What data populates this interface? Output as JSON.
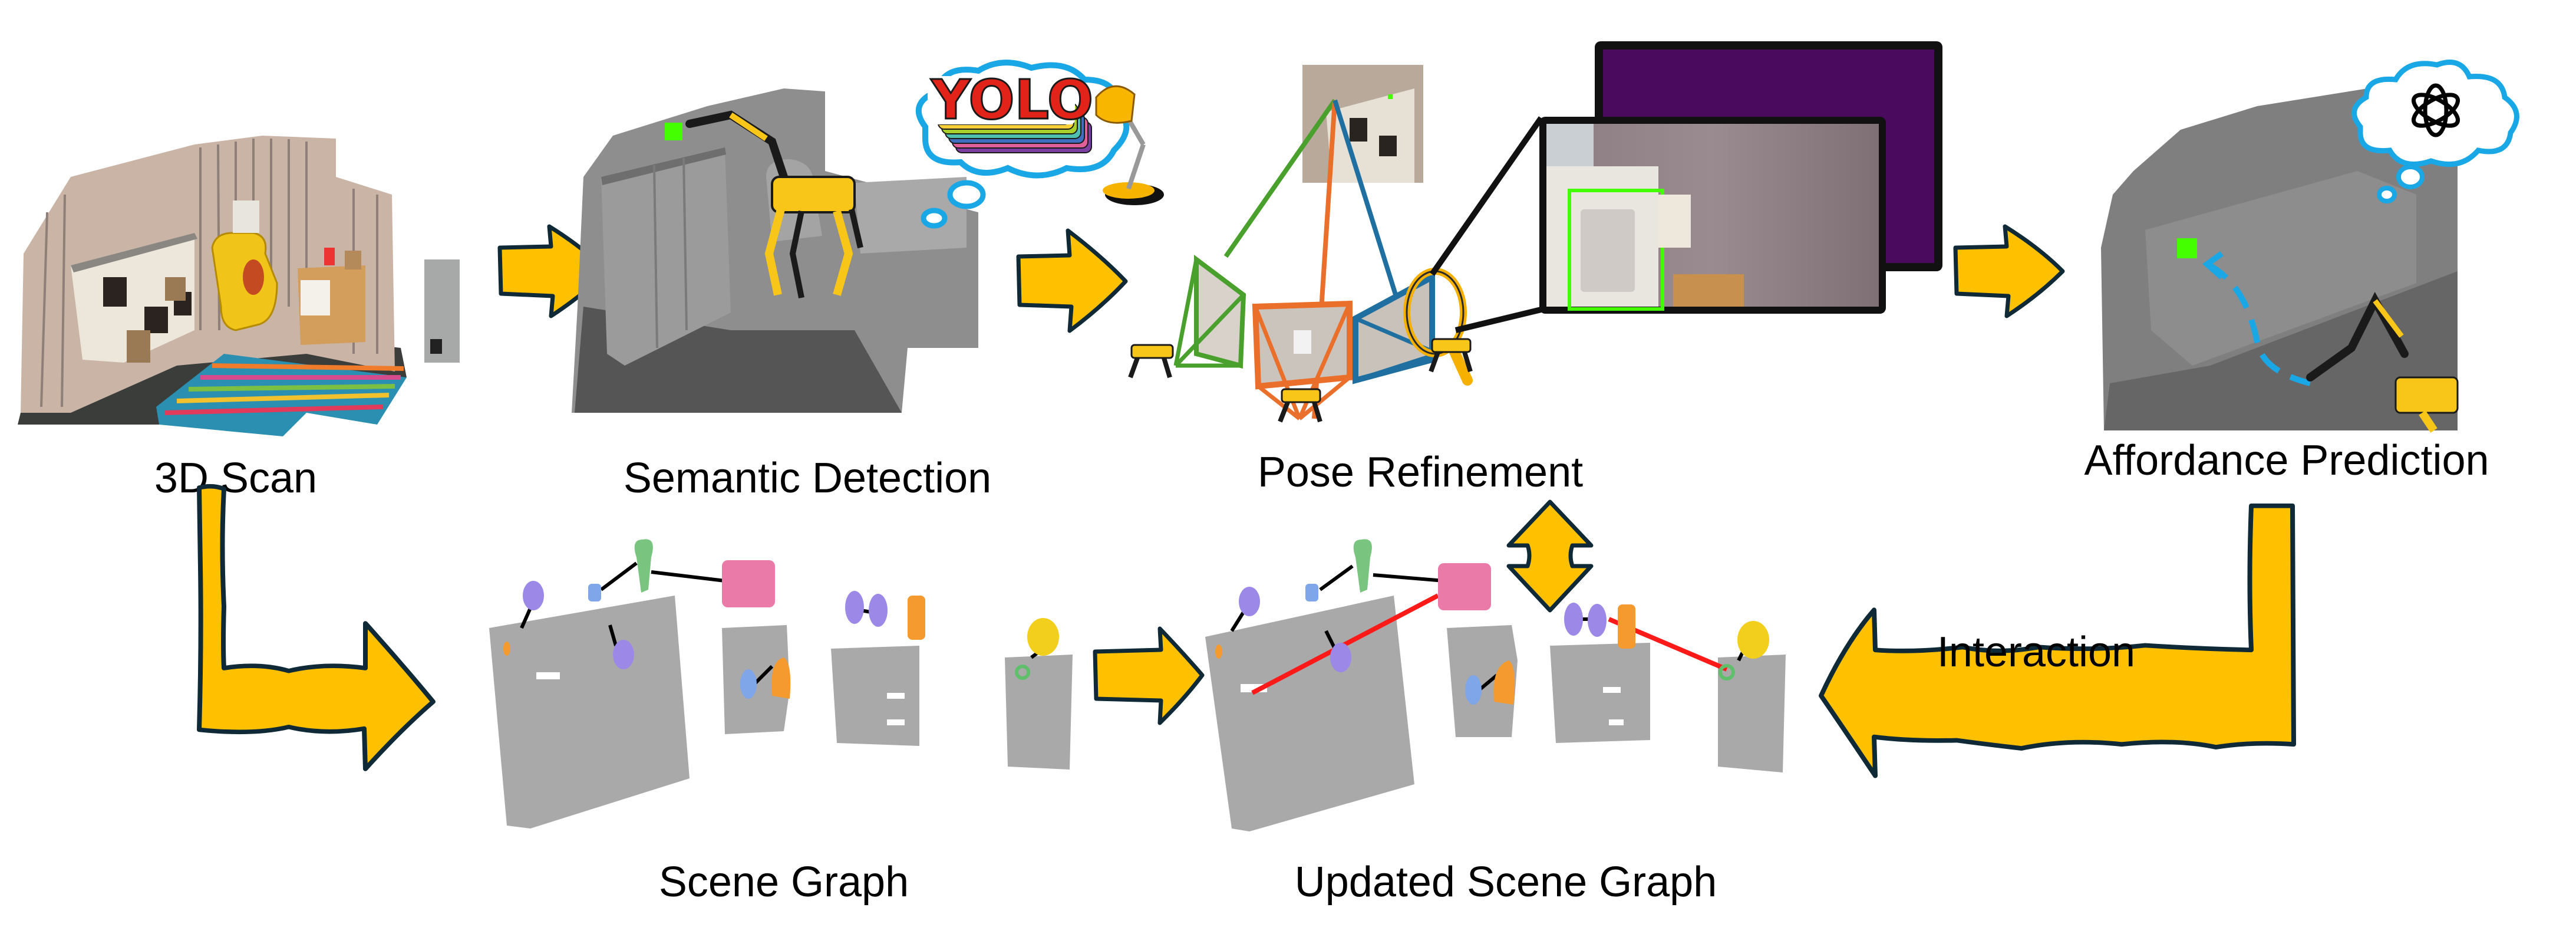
{
  "diagram": {
    "stages": {
      "scan": {
        "label": "3D Scan"
      },
      "semantic": {
        "label": "Semantic Detection",
        "thought_logo": "YOLO"
      },
      "pose": {
        "label": "Pose Refinement"
      },
      "affordance": {
        "label": "Affordance Prediction",
        "thought_icon": "openai-logo-icon"
      },
      "scene_graph": {
        "label": "Scene Graph"
      },
      "updated_scene_graph": {
        "label": "Updated Scene Graph"
      }
    },
    "edges": {
      "interaction": {
        "label": "Interaction"
      }
    },
    "colors": {
      "arrow_fill": "#FFC000",
      "arrow_stroke": "#0f2a36",
      "thought_cloud": "#1aa7e6",
      "detection_box": "#44ff00",
      "camera_green": "#4aa02c",
      "camera_orange": "#ea6f2a",
      "camera_blue": "#1f6fa0",
      "new_edge": "#ff1a1a",
      "graph_edge": "#000000",
      "mesh_gray": "#a9a9a9",
      "heatmap_purple": "#4a0a5e"
    }
  }
}
